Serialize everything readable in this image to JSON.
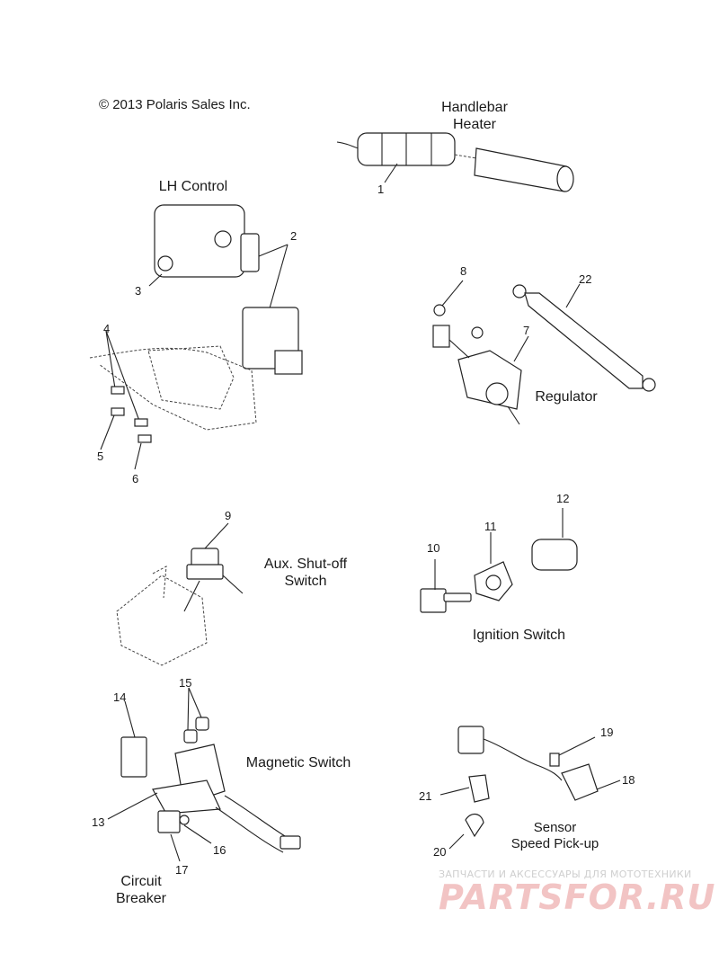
{
  "copyright": "© 2013 Polaris Sales Inc.",
  "sections": {
    "handlebar_heater": {
      "line1": "Handlebar",
      "line2": "Heater"
    },
    "lh_control": "LH Control",
    "regulator": "Regulator",
    "aux_shutoff": {
      "line1": "Aux. Shut-off",
      "line2": "Switch"
    },
    "ignition_switch": "Ignition Switch",
    "magnetic_switch": "Magnetic Switch",
    "sensor": {
      "line1": "Sensor",
      "line2": "Speed Pick-up"
    },
    "circuit_breaker": {
      "line1": "Circuit",
      "line2": "Breaker"
    }
  },
  "callouts": {
    "n1": "1",
    "n2": "2",
    "n3": "3",
    "n4": "4",
    "n5": "5",
    "n6": "6",
    "n7": "7",
    "n8": "8",
    "n9": "9",
    "n10": "10",
    "n11": "11",
    "n12": "12",
    "n13": "13",
    "n14": "14",
    "n15": "15",
    "n16": "16",
    "n17": "17",
    "n18": "18",
    "n19": "19",
    "n20": "20",
    "n21": "21",
    "n22": "22"
  },
  "watermark": {
    "top": "ЗАПЧАСТИ И АКСЕССУАРЫ ДЛЯ МОТОТЕХНИКИ",
    "main": "PARTSFOR.RU"
  }
}
